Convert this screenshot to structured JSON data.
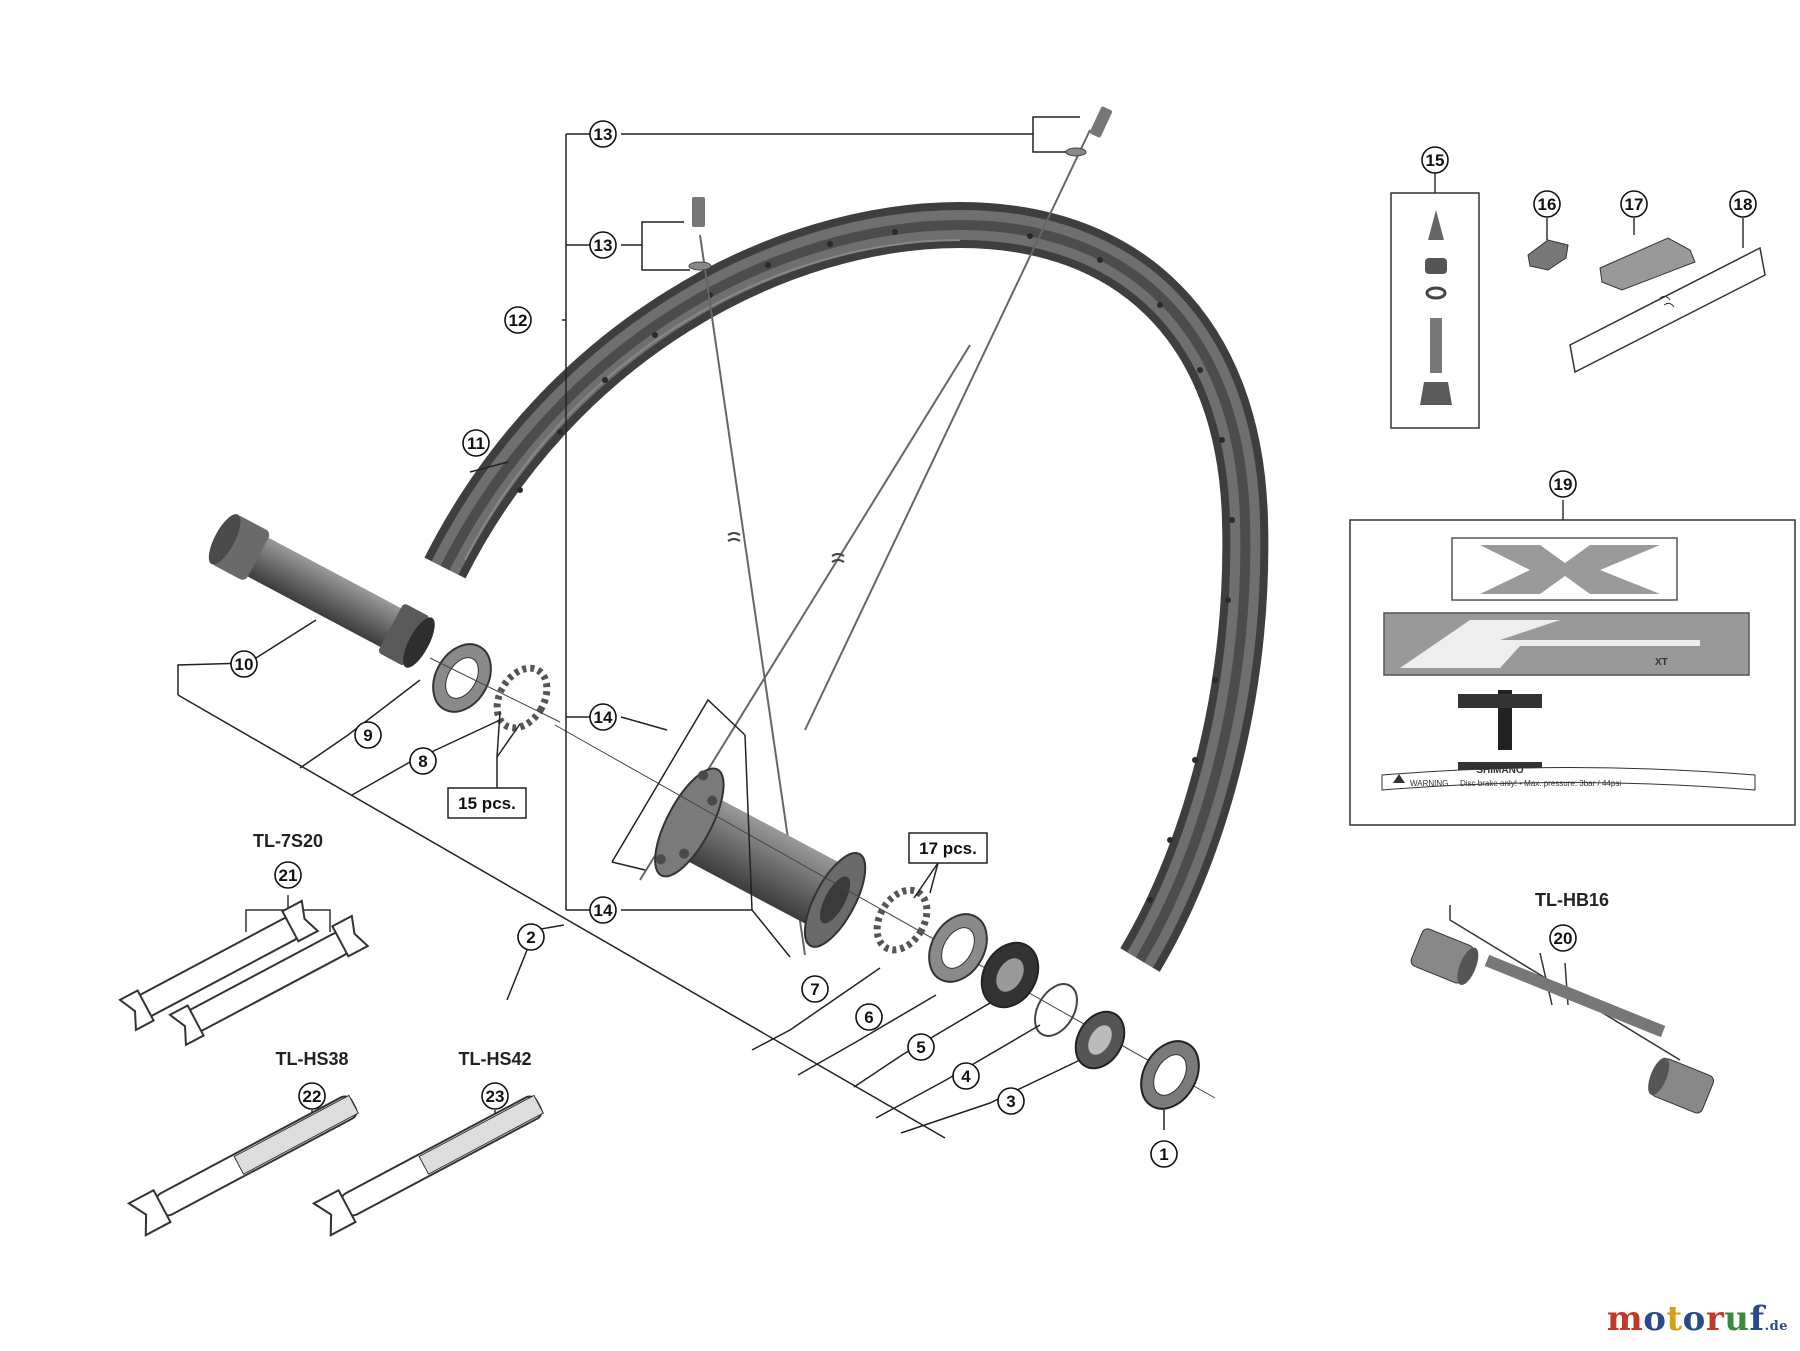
{
  "callouts": [
    "1",
    "2",
    "3",
    "4",
    "5",
    "6",
    "7",
    "8",
    "9",
    "10",
    "11",
    "12",
    "13",
    "13",
    "14",
    "14",
    "15",
    "16",
    "17",
    "18",
    "19",
    "20",
    "21",
    "22",
    "23"
  ],
  "qty_labels": {
    "spoke_washers": "15 pcs.",
    "hub_balls": "17 pcs."
  },
  "tools": {
    "t21": "TL-7S20",
    "t22": "TL-HS38",
    "t23": "TL-HS42",
    "t20": "TL-HB16"
  },
  "sticker": {
    "xt_small": "XT",
    "brand": "SHIMANO",
    "warning": "WARNING",
    "warning_text": "Disc brake only! • Max. pressure: 3bar / 44psi"
  },
  "watermark": {
    "name": "motoruf",
    "tld": ".de",
    "colors": [
      "#c0392b",
      "#2a4a8a",
      "#d4a017",
      "#2a4a8a",
      "#c0392b",
      "#3b8a3b",
      "#2a4a8a"
    ]
  }
}
